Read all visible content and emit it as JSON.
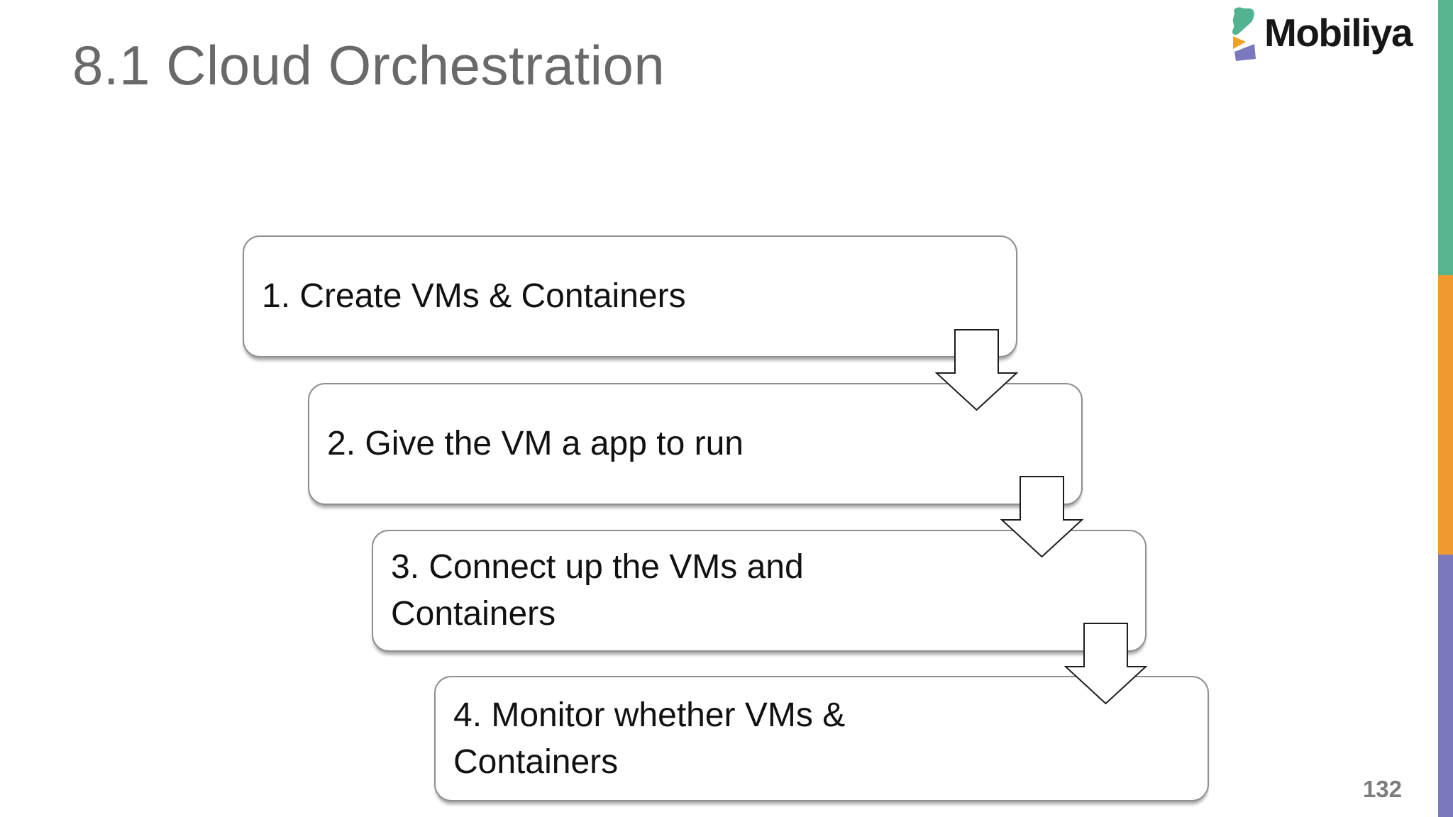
{
  "slide": {
    "title": "8.1 Cloud Orchestration",
    "page_number": "132",
    "background_color": "#ffffff",
    "title_color": "#696969"
  },
  "logo": {
    "brand": "Mobiliya",
    "icon": "mobiliya-logo-icon",
    "icon_colors": {
      "teal": "#52b390",
      "orange": "#f2a227",
      "purple": "#7b78be"
    },
    "text_color": "#171717"
  },
  "diagram": {
    "type": "cascade-process",
    "connector": "down-arrow",
    "box_border_color": "#8f8f8f",
    "box_fill_color": "#ffffff",
    "text_color": "#111111",
    "steps": [
      {
        "line1": "1. Create VMs & Containers",
        "line2": ""
      },
      {
        "line1": "2. Give the VM a app to run",
        "line2": ""
      },
      {
        "line1": "3. Connect up the VMs and",
        "line2": "Containers"
      },
      {
        "line1": "4. Monitor whether VMs &",
        "line2": "Containers"
      }
    ]
  },
  "edge_stripes": [
    {
      "name": "teal",
      "color": "#57b48f"
    },
    {
      "name": "orange",
      "color": "#f0992f"
    },
    {
      "name": "purple",
      "color": "#7b78be"
    }
  ]
}
